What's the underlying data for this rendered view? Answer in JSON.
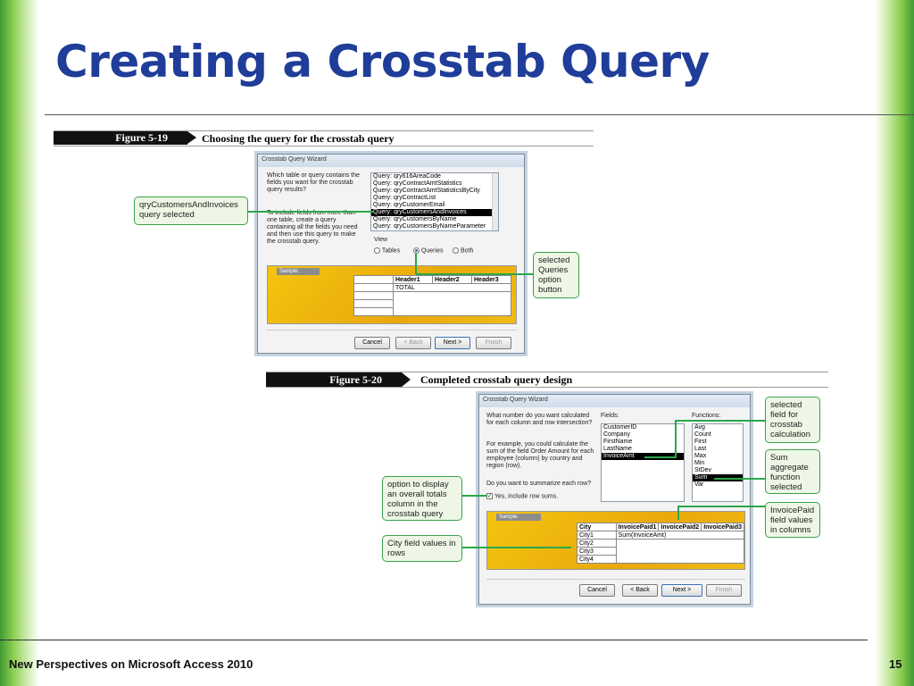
{
  "slide": {
    "title": "Creating a Crosstab Query",
    "footer": "New Perspectives on Microsoft Access 2010",
    "page_number": "15"
  },
  "fig1": {
    "number": "Figure 5-19",
    "caption": "Choosing the query for the crosstab query",
    "window_title": "Crosstab Query Wizard",
    "prompt": "Which table or query contains the fields you want for the crosstab query results?",
    "hint": "To include fields from more than one table, create a query containing all the fields you need and then use this query to make the crosstab query.",
    "list_items": [
      "Query: qry616AreaCode",
      "Query: qryContractAmtStatistics",
      "Query: qryContractAmtStatisticsByCity",
      "Query: qryContractList",
      "Query: qryCustomerEmail",
      "Query: qryCustomersAndInvoices",
      "Query: qryCustomersByName",
      "Query: qryCustomersByNameParameter"
    ],
    "selected_index": 5,
    "view_label": "View",
    "radio_tables": "Tables",
    "radio_queries": "Queries",
    "radio_both": "Both",
    "sample_label": "Sample:",
    "headers": [
      "Header1",
      "Header2",
      "Header3"
    ],
    "total_label": "TOTAL",
    "buttons": {
      "cancel": "Cancel",
      "back": "< Back",
      "next": "Next >",
      "finish": "Finish"
    },
    "callout_query": "qryCustomersAndInvoices query selected",
    "callout_option": "selected Queries option button"
  },
  "fig2": {
    "number": "Figure 5-20",
    "caption": "Completed crosstab query design",
    "window_title": "Crosstab Query Wizard",
    "prompt": "What number do you want calculated for each column and row intersection?",
    "example": "For example, you could calculate the sum of the field Order Amount for each employee (column) by country and region (row).",
    "summarize_q": "Do you want to summarize each row?",
    "checkbox_label": "Yes, include row sums.",
    "fields_label": "Fields:",
    "fields": [
      "CustomerID",
      "Company",
      "FirstName",
      "LastName",
      "InvoiceAmt"
    ],
    "field_selected_index": 4,
    "functions_label": "Functions:",
    "functions": [
      "Avg",
      "Count",
      "First",
      "Last",
      "Max",
      "Min",
      "StDev",
      "Sum",
      "Var"
    ],
    "function_selected_index": 7,
    "sample_label": "Sample:",
    "grid_headers": [
      "City",
      "InvoicePaid1",
      "InvoicePaid2",
      "InvoicePaid3"
    ],
    "rows": [
      "City1",
      "City2",
      "City3",
      "City4"
    ],
    "sum_text": "Sum(InvoiceAmt)",
    "buttons": {
      "cancel": "Cancel",
      "back": "< Back",
      "next": "Next >",
      "finish": "Finish"
    },
    "callout_field": "selected field for crosstab calculation",
    "callout_sum": "Sum aggregate function selected",
    "callout_totals": "option to display an overall totals column in the crosstab query",
    "callout_city": "City field values in rows",
    "callout_invoicepaid": "InvoicePaid field values in columns"
  }
}
